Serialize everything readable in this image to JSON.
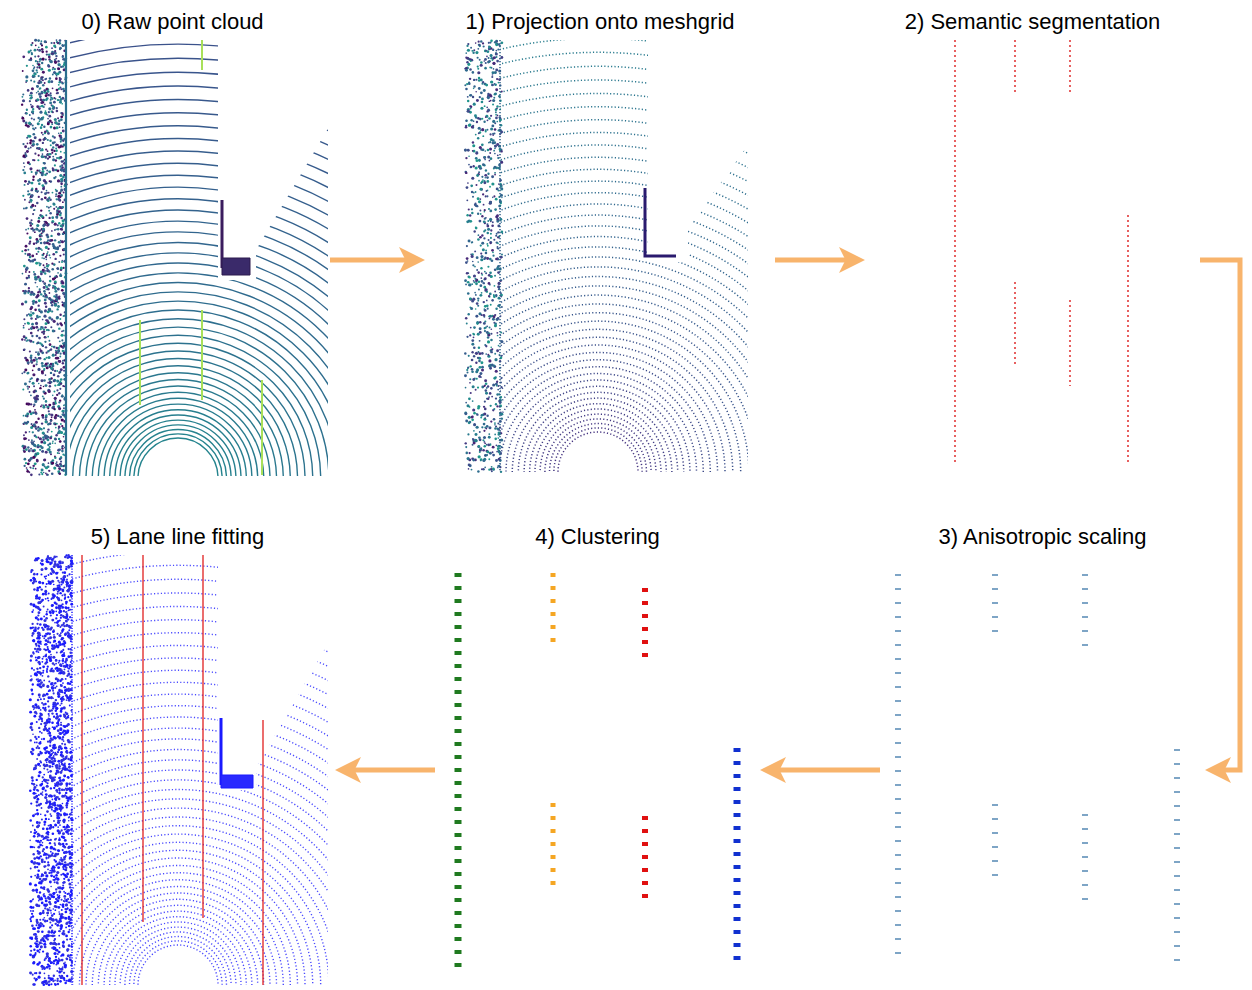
{
  "diagram": {
    "nodes": [
      {
        "text": [
          "0) Raw point cloud"
        ]
      },
      {
        "text": [
          "1) Projection onto meshgrid"
        ]
      },
      {
        "text": [
          "2) Semantic segmentation"
        ]
      },
      {
        "text": [
          "3) Anisotropic scaling"
        ]
      },
      {
        "text": [
          "4) Clustering"
        ]
      },
      {
        "text": [
          "5) Lane line fitting"
        ]
      }
    ],
    "edges": [
      {
        "from": 0,
        "to": 1,
        "arrow": "to"
      },
      {
        "from": 1,
        "to": 2,
        "arrow": "to"
      },
      {
        "from": 2,
        "to": 3,
        "arrow": "to"
      },
      {
        "from": 3,
        "to": 4,
        "arrow": "to"
      },
      {
        "from": 4,
        "to": 5,
        "arrow": "to"
      }
    ]
  }
}
